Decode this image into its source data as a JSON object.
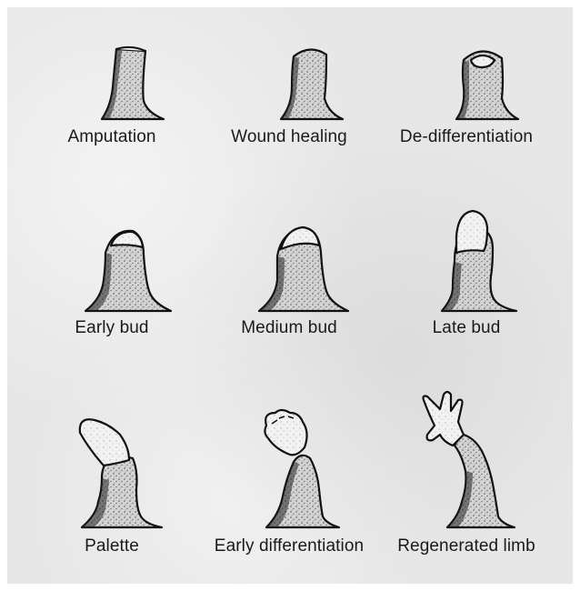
{
  "figure": {
    "stages": [
      {
        "label": "Amputation",
        "icon": "amputated-stump-icon"
      },
      {
        "label": "Wound healing",
        "icon": "healed-stump-icon"
      },
      {
        "label": "De-differentiation",
        "icon": "dedifferentiated-stump-icon"
      },
      {
        "label": "Early bud",
        "icon": "early-bud-icon"
      },
      {
        "label": "Medium bud",
        "icon": "medium-bud-icon"
      },
      {
        "label": "Late bud",
        "icon": "late-bud-icon"
      },
      {
        "label": "Palette",
        "icon": "palette-stage-icon"
      },
      {
        "label": "Early differentiation",
        "icon": "early-differentiation-icon"
      },
      {
        "label": "Regenerated limb",
        "icon": "regenerated-limb-icon"
      }
    ]
  }
}
